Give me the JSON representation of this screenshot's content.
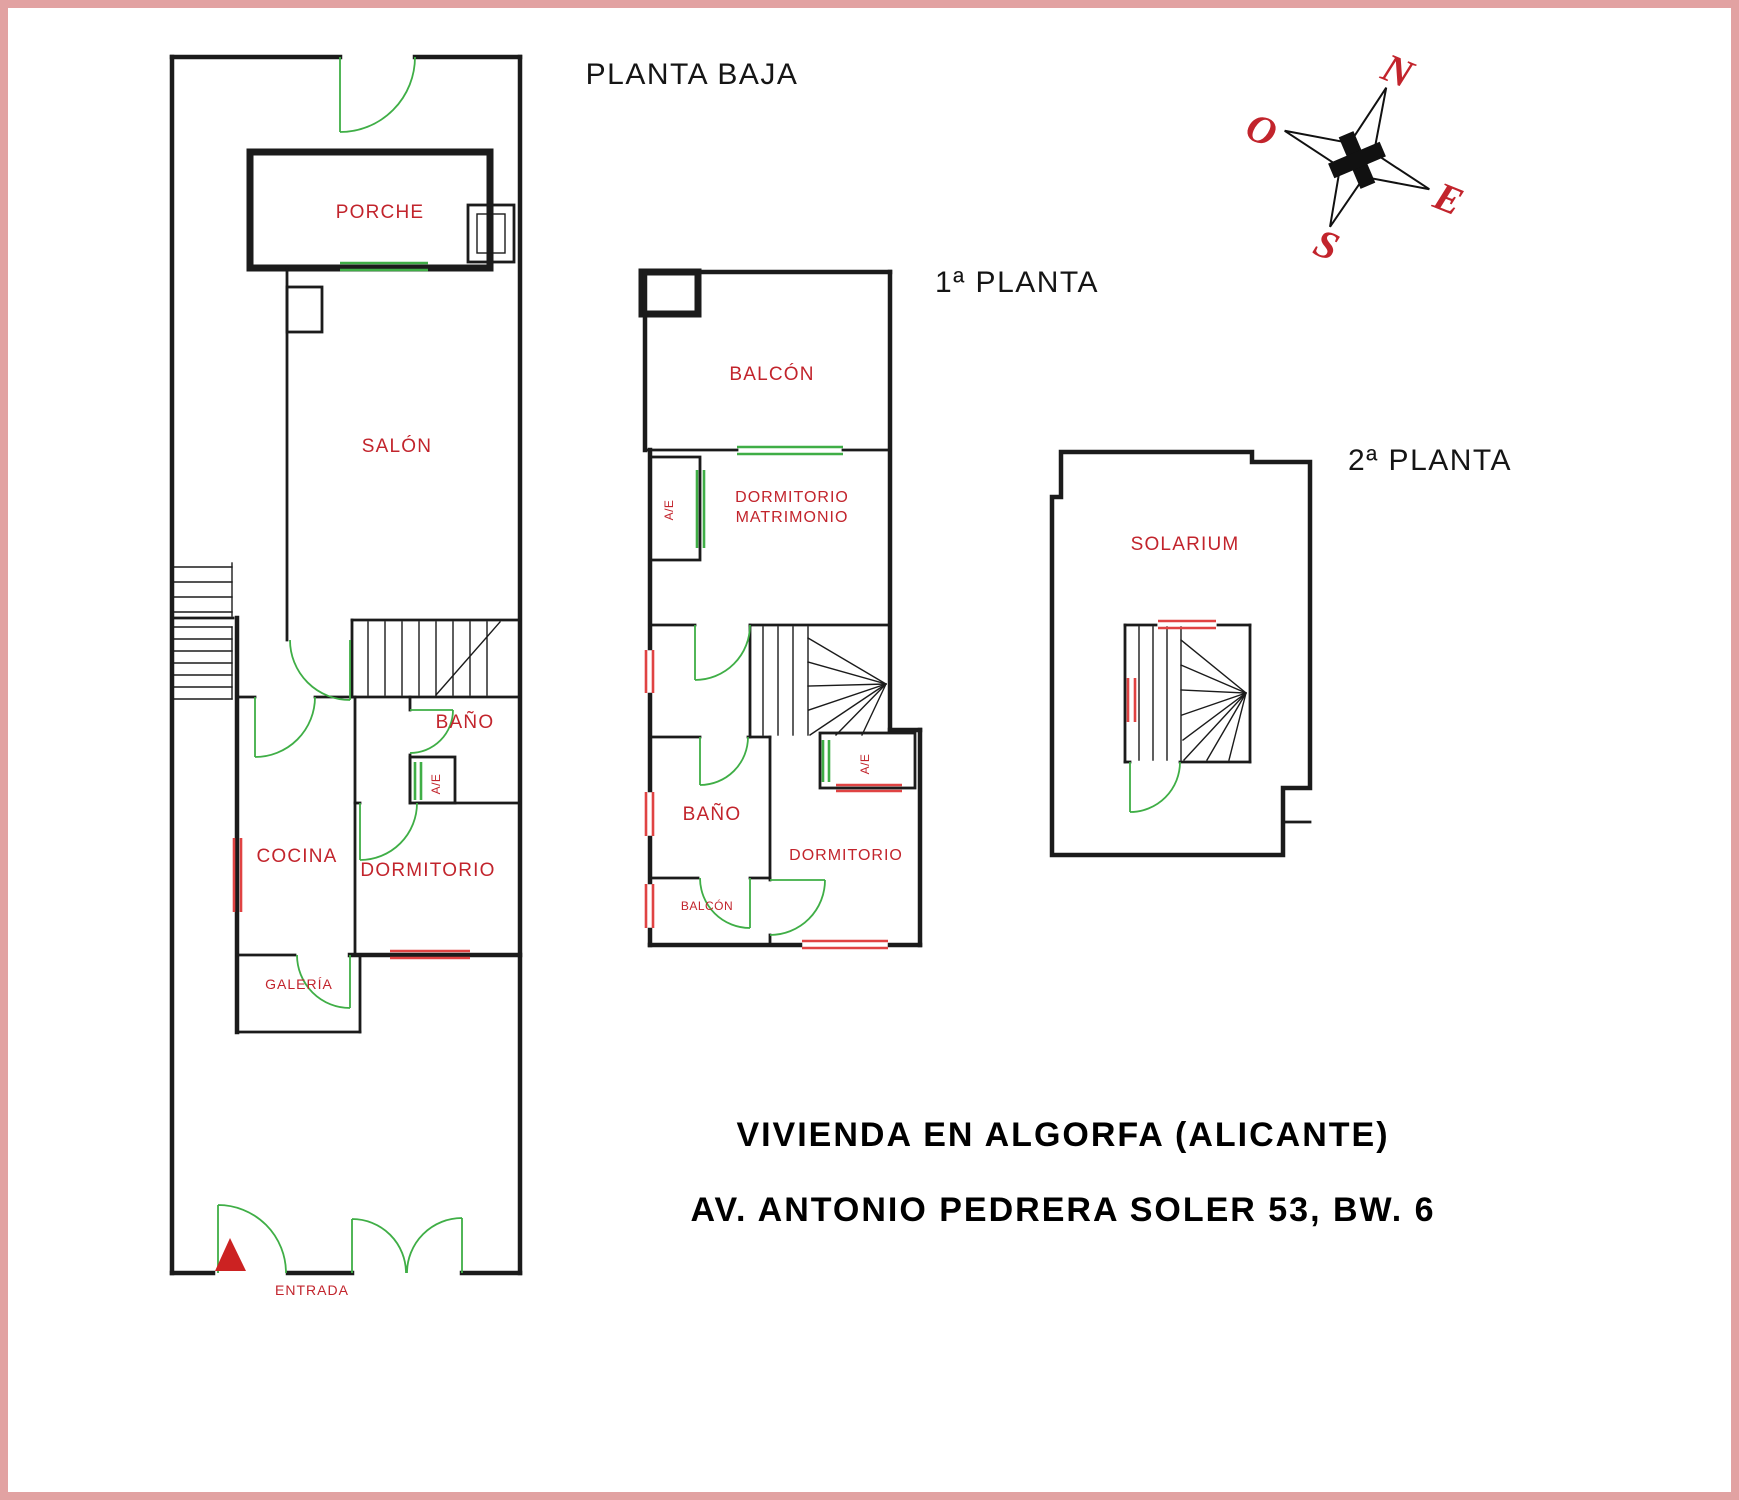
{
  "document": {
    "background": "#ffffff",
    "border_color": "#e2a2a2"
  },
  "floors": {
    "ground": {
      "title": "PLANTA BAJA",
      "rooms": {
        "porche": "PORCHE",
        "salon": "SALÓN",
        "bano": "BAÑO",
        "shaft": "A/E",
        "cocina": "COCINA",
        "dormitorio": "DORMITORIO",
        "galeria": "GALERÍA",
        "entrada": "ENTRADA"
      }
    },
    "first": {
      "title": "1ª PLANTA",
      "rooms": {
        "balcon": "BALCÓN",
        "ae_left": "A/E",
        "dorm_matrimonio_line1": "DORMITORIO",
        "dorm_matrimonio_line2": "MATRIMONIO",
        "bano": "BAÑO",
        "ae_right": "A/E",
        "dormitorio": "DORMITORIO",
        "balcon_small": "BALCÓN"
      }
    },
    "second": {
      "title": "2ª PLANTA",
      "rooms": {
        "solarium": "SOLARIUM"
      }
    }
  },
  "compass": {
    "n": "N",
    "e": "E",
    "s": "S",
    "o": "O"
  },
  "footer": {
    "line1": "VIVIENDA EN ALGORFA (ALICANTE)",
    "line2": "AV. ANTONIO PEDRERA SOLER 53, BW. 6"
  },
  "colors": {
    "wall": "#1b1b1b",
    "label": "#c2242c",
    "door": "#3fae46",
    "window": "#e04343",
    "entrance_marker": "#cc2222"
  }
}
